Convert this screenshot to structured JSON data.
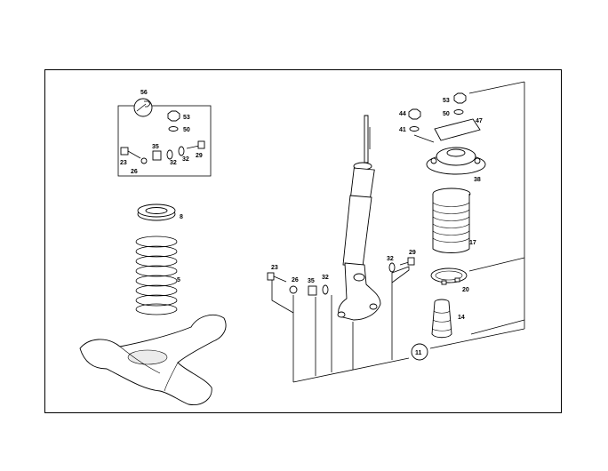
{
  "diagram": {
    "wrench_symbol": "56",
    "kit_box": {
      "nut": "53",
      "washer": "50",
      "bolt": "23",
      "washer_b": "26",
      "nut_b": "35",
      "washer_c": "32",
      "washer_d": "32",
      "bolt_b": "29"
    },
    "spring_insulator": "8",
    "coil_spring": "5",
    "strut_bolt": "23",
    "strut_washer": "26",
    "strut_nut": "35",
    "strut_washer_b": "32",
    "top_washer": "32",
    "top_bolt": "29",
    "upper_nut": "44",
    "upper_washer": "41",
    "mount_nut": "53",
    "mount_washer": "50",
    "mount_cap": "47",
    "strut_mount": "38",
    "boot": "17",
    "clamp_ring": "20",
    "bump_stop": "14",
    "shock_absorber": "11"
  }
}
